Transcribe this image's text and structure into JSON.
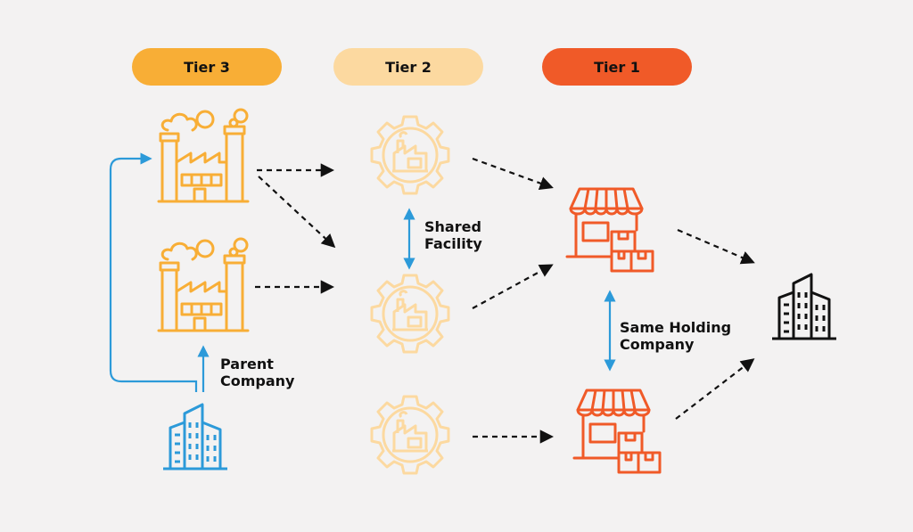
{
  "headers": {
    "tier3": "Tier 3",
    "tier2": "Tier 2",
    "tier1": "Tier 1"
  },
  "labels": {
    "shared_facility": [
      "Shared",
      "Facility"
    ],
    "parent_company": [
      "Parent",
      "Company"
    ],
    "same_holding": [
      "Same Holding",
      "Company"
    ]
  },
  "colors": {
    "tier3": "#f8ae36",
    "tier2": "#fcd9a0",
    "tier1": "#f05a28",
    "link": "#2c9ad9",
    "background": "#f3f2f2"
  },
  "icons": {
    "tier3_nodes": [
      "factory-icon",
      "factory-icon"
    ],
    "tier2_nodes": [
      "gear-factory-icon",
      "gear-factory-icon",
      "gear-factory-icon"
    ],
    "tier1_nodes": [
      "store-icon",
      "store-icon"
    ],
    "parent": "building-icon",
    "end_customer": "building-icon"
  }
}
